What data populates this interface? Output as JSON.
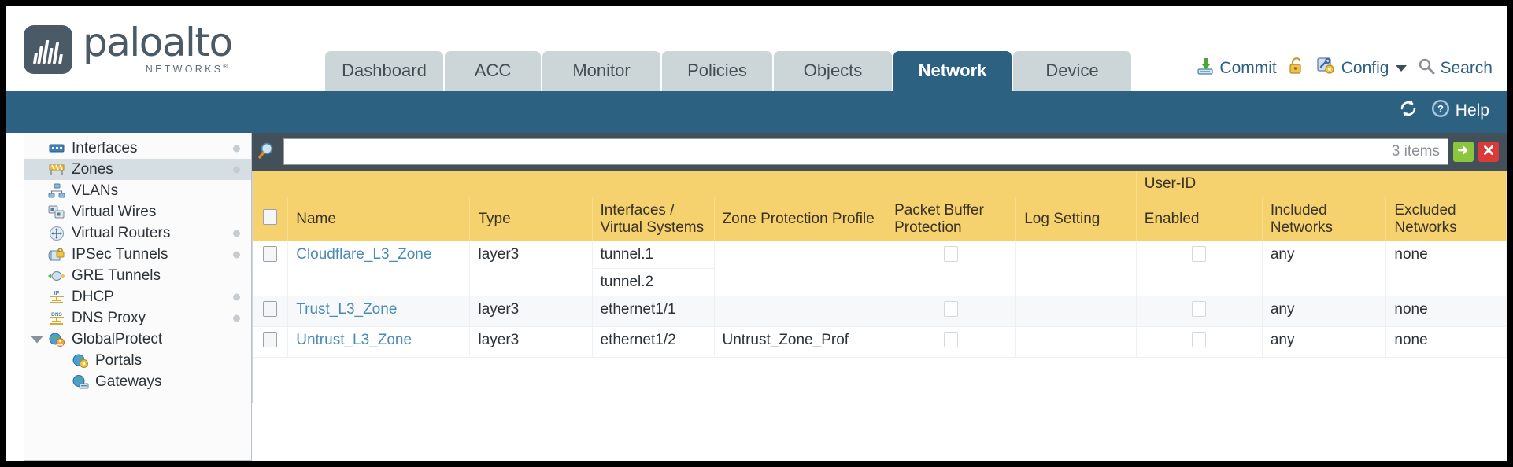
{
  "brand": {
    "name": "paloalto",
    "sub": "NETWORKS",
    "sup": "®",
    "logo_icon": "paloalto-logo-icon"
  },
  "nav": {
    "tabs": [
      {
        "label": "Dashboard",
        "active": false
      },
      {
        "label": "ACC",
        "active": false
      },
      {
        "label": "Monitor",
        "active": false
      },
      {
        "label": "Policies",
        "active": false
      },
      {
        "label": "Objects",
        "active": false
      },
      {
        "label": "Network",
        "active": true
      },
      {
        "label": "Device",
        "active": false
      }
    ]
  },
  "toolbar": {
    "commit_label": "Commit",
    "commit_icon": "commit-save-icon",
    "lock_icon": "padlock-icon",
    "config_label": "Config",
    "config_icon": "config-key-icon",
    "config_caret": "chevron-down-icon",
    "search_label": "Search",
    "search_icon": "search-magnifier-icon"
  },
  "blueband": {
    "refresh_icon": "refresh-icon",
    "help_label": "Help",
    "help_icon": "help-question-icon"
  },
  "sidebar": {
    "items": [
      {
        "label": "Interfaces",
        "icon": "interfaces-icon",
        "selected": false,
        "dot": true,
        "child": false,
        "twisty": false
      },
      {
        "label": "Zones",
        "icon": "zones-barrier-icon",
        "selected": true,
        "dot": true,
        "child": false,
        "twisty": false
      },
      {
        "label": "VLANs",
        "icon": "vlans-icon",
        "selected": false,
        "dot": false,
        "child": false,
        "twisty": false
      },
      {
        "label": "Virtual Wires",
        "icon": "virtual-wires-icon",
        "selected": false,
        "dot": false,
        "child": false,
        "twisty": false
      },
      {
        "label": "Virtual Routers",
        "icon": "virtual-routers-icon",
        "selected": false,
        "dot": true,
        "child": false,
        "twisty": false
      },
      {
        "label": "IPSec Tunnels",
        "icon": "ipsec-tunnels-icon",
        "selected": false,
        "dot": true,
        "child": false,
        "twisty": false
      },
      {
        "label": "GRE Tunnels",
        "icon": "gre-tunnels-icon",
        "selected": false,
        "dot": false,
        "child": false,
        "twisty": false
      },
      {
        "label": "DHCP",
        "icon": "dhcp-icon",
        "selected": false,
        "dot": true,
        "child": false,
        "twisty": false
      },
      {
        "label": "DNS Proxy",
        "icon": "dns-proxy-icon",
        "selected": false,
        "dot": true,
        "child": false,
        "twisty": false
      },
      {
        "label": "GlobalProtect",
        "icon": "globalprotect-icon",
        "selected": false,
        "dot": false,
        "child": false,
        "twisty": true
      },
      {
        "label": "Portals",
        "icon": "portals-icon",
        "selected": false,
        "dot": false,
        "child": true,
        "twisty": false
      },
      {
        "label": "Gateways",
        "icon": "gateways-icon",
        "selected": false,
        "dot": false,
        "child": true,
        "twisty": false
      }
    ]
  },
  "search": {
    "value": "",
    "placeholder": "",
    "icon": "filter-magnifier-icon",
    "item_count": "3 items",
    "apply_icon": "apply-arrow-icon",
    "clear_icon": "clear-x-icon"
  },
  "table": {
    "group_header": "User-ID",
    "columns": [
      "Name",
      "Type",
      "Interfaces / Virtual Systems",
      "Zone Protection Profile",
      "Packet Buffer Protection",
      "Log Setting",
      "Enabled",
      "Included Networks",
      "Excluded Networks"
    ],
    "select_all_checkbox": "select-all-checkbox",
    "rows": [
      {
        "name": "Cloudflare_L3_Zone",
        "type": "layer3",
        "interfaces": [
          "tunnel.1",
          "tunnel.2"
        ],
        "zone_protection_profile": "",
        "packet_buffer_protection": false,
        "log_setting": "",
        "userid_enabled": false,
        "included_networks": "any",
        "excluded_networks": "none"
      },
      {
        "name": "Trust_L3_Zone",
        "type": "layer3",
        "interfaces": [
          "ethernet1/1"
        ],
        "zone_protection_profile": "",
        "packet_buffer_protection": false,
        "log_setting": "",
        "userid_enabled": false,
        "included_networks": "any",
        "excluded_networks": "none"
      },
      {
        "name": "Untrust_L3_Zone",
        "type": "layer3",
        "interfaces": [
          "ethernet1/2"
        ],
        "zone_protection_profile": "Untrust_Zone_Prof",
        "packet_buffer_protection": false,
        "log_setting": "",
        "userid_enabled": false,
        "included_networks": "any",
        "excluded_networks": "none"
      }
    ]
  },
  "colors": {
    "brand_blue": "#2d6182",
    "tab_inactive": "#ccd6d9",
    "table_header": "#f5d26e",
    "userid_header": "#ddb347",
    "search_bar": "#434f59",
    "link": "#4a8bb5",
    "sidebar_selected": "#d5dee3"
  }
}
